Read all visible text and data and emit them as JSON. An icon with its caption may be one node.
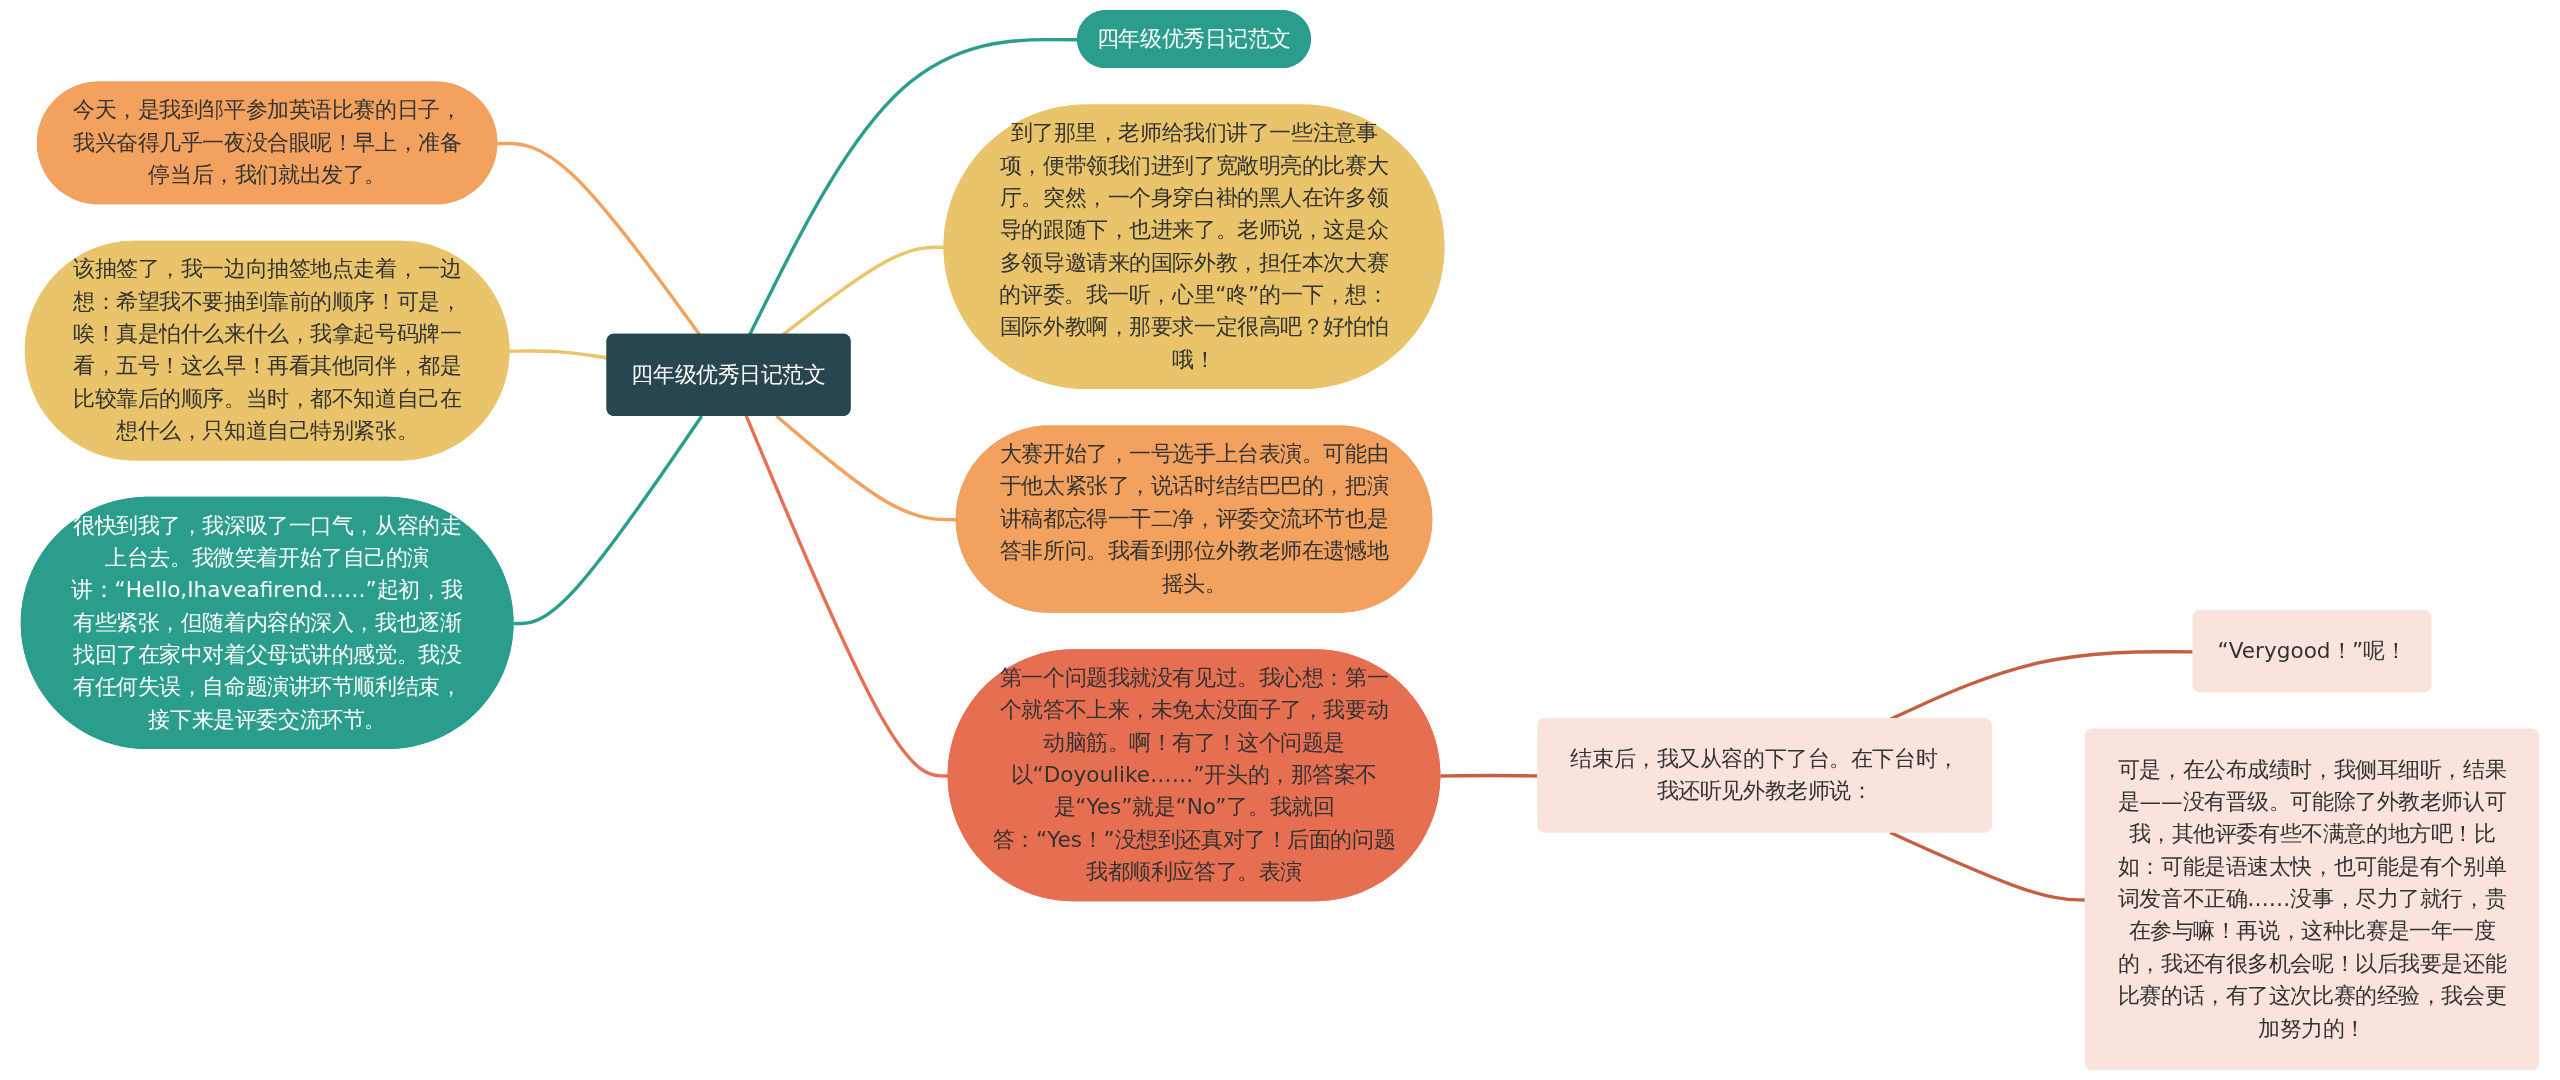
{
  "diagram": {
    "nodes": [
      {
        "text": [
          "四年级优秀日记范文"
        ]
      },
      {
        "text": [
          "今天，是我到邹平参加英语比赛的日子，我兴奋得几乎一夜没合眼呢！早上，准备停当后，我们就出发了。"
        ]
      },
      {
        "text": [
          "该抽签了，我一边向抽签地点走着，一边想：希望我不要抽到靠前的顺序！可是，唉！真是怕什么来什么，我拿起号码牌一看，五号！这么早！再看其他同伴，都是比较靠后的顺序。当时，都不知道自己在想什么，只知道自己特别紧张。"
        ]
      },
      {
        "text": [
          "很快到我了，我深吸了一口气，从容的走上台去。我微笑着开始了自己的演讲：“Hello,Ihaveafirend……”起初，我有些紧张，但随着内容的深入，我也逐渐找回了在家中对着父母试讲的感觉。我没有任何失误，自命题演讲环节顺利结束，接下来是评委交流环节。"
        ]
      },
      {
        "text": [
          "四年级优秀日记范文"
        ]
      },
      {
        "text": [
          "到了那里，老师给我们讲了一些注意事项，便带领我们进到了宽敞明亮的比赛大厅。突然，一个身穿白褂的黑人在许多领导的跟随下，也进来了。老师说，这是众多领导邀请来的国际外教，担任本次大赛的评委。我一听，心里“咚”的一下，想：国际外教啊，那要求一定很高吧？好怕怕哦！"
        ]
      },
      {
        "text": [
          "大赛开始了，一号选手上台表演。可能由于他太紧张了，说话时结结巴巴的，把演讲稿都忘得一干二净，评委交流环节也是答非所问。我看到那位外教老师在遗憾地摇头。"
        ]
      },
      {
        "text": [
          "第一个问题我就没有见过。我心想：第一个就答不上来，未免太没面子了，我要动动脑筋。啊！有了！这个问题是以“Doyoulike……”开头的，那答案不是“Yes”就是“No”了。我就回答：“Yes！”没想到还真对了！后面的问题我都顺利应答了。表演"
        ]
      },
      {
        "text": [
          "结束后，我又从容的下了台。在下台时，我还听见外教老师说："
        ]
      },
      {
        "text": [
          "“Verygood！”呢！"
        ]
      },
      {
        "text": [
          "可是，在公布成绩时，我侧耳细听，结果是——没有晋级。可能除了外教老师认可我，其他评委有些不满意的地方吧！比如：可能是语速太快，也可能是有个别单词发音不正确……没事，尽力了就行，贵在参与嘛！再说，这种比赛是一年一度的，我还有很多机会呢！以后我要是还能比赛的话，有了这次比赛的经验，我会更加努力的！"
        ]
      }
    ],
    "edges": [
      {
        "from": 1,
        "to": 0,
        "arrow": "none",
        "color": "#f2a25e"
      },
      {
        "from": 2,
        "to": 0,
        "arrow": "none",
        "color": "#e9c46a"
      },
      {
        "from": 3,
        "to": 0,
        "arrow": "none",
        "color": "#2a9d8c"
      },
      {
        "from": 0,
        "to": 4,
        "arrow": "none",
        "color": "#2a9d8c"
      },
      {
        "from": 0,
        "to": 5,
        "arrow": "none",
        "color": "#e9c46a"
      },
      {
        "from": 0,
        "to": 6,
        "arrow": "none",
        "color": "#f2a25e"
      },
      {
        "from": 0,
        "to": 7,
        "arrow": "none",
        "color": "#e76f51"
      },
      {
        "from": 7,
        "to": 8,
        "arrow": "none",
        "color": "#c4603f"
      },
      {
        "from": 8,
        "to": 9,
        "arrow": "none",
        "color": "#c4603f"
      },
      {
        "from": 8,
        "to": 10,
        "arrow": "none",
        "color": "#c4603f"
      }
    ]
  }
}
